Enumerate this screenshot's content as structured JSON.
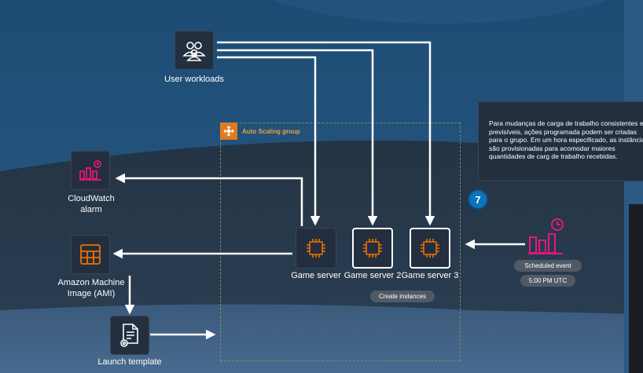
{
  "nodes": {
    "user_workloads": "User workloads",
    "cloudwatch_alarm_line1": "CloudWatch",
    "cloudwatch_alarm_line2": "alarm",
    "ami_line1": "Amazon Machine",
    "ami_line2": "Image (AMI)",
    "launch_template": "Launch template",
    "game_server_1": "Game server",
    "game_server_2": "Game server 2",
    "game_server_3": "Game server 3"
  },
  "group": {
    "label": "Auto Scaling group",
    "create_instances": "Create instances"
  },
  "scheduled": {
    "event_label": "Scheduled event",
    "time_label": "5:00 PM UTC"
  },
  "callout": {
    "text": "Para mudanças de carga de trabalho consistentes e previsíveis, ações programada podem ser criadas para o grupo. Em um hora especificado, as instâncias são provisionadas para acomodar maiores quantidades de carg de trabalho recebidas.",
    "step": "7"
  },
  "colors": {
    "node_bg": "#232f3e",
    "cloudwatch_pink": "#e7157b",
    "ami_orange": "#ed7100",
    "asg_orange": "#e07a22",
    "badge_blue": "#0d73bb"
  },
  "icons": {
    "user_workloads": "users-icon",
    "cloudwatch": "cloudwatch-alarm-icon",
    "ami": "ami-grid-icon",
    "launch_template": "document-gear-icon",
    "game_server": "chip-icon",
    "scheduled_event": "clock-chart-icon",
    "asg": "auto-scaling-icon"
  }
}
